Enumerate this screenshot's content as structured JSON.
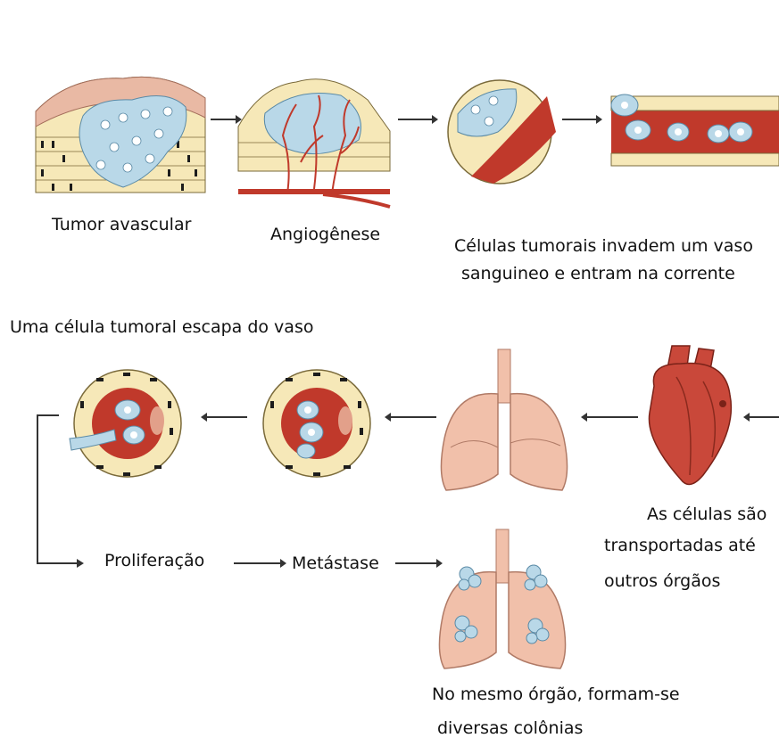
{
  "labels": {
    "avascular": "Tumor avascular",
    "angiogenesis": "Angiogênese",
    "invade_line1": "Células tumorais invadem um vaso",
    "invade_line2": "sanguineo e entram na corrente",
    "escape": "Uma célula tumoral escapa do vaso",
    "transport_line1": "As células são",
    "transport_line2": "transportadas até",
    "transport_line3": "outros órgãos",
    "proliferation": "Proliferação",
    "metastasis": "Metástase",
    "colonies_line1": "No mesmo órgão, formam-se",
    "colonies_line2": "diversas colônias"
  },
  "colors": {
    "cell_fill": "#f6e8b8",
    "cell_outline": "#7a6a3a",
    "nucleus": "#1c1c1c",
    "tumor_cell": "#b9d8e8",
    "tumor_outline": "#5a8aa6",
    "vessel": "#c0392b",
    "vessel_light": "#e2a08a",
    "lung": "#f1c0aa",
    "lung_outline": "#b07a66",
    "heart": "#c9483a",
    "arrow": "#333333"
  }
}
